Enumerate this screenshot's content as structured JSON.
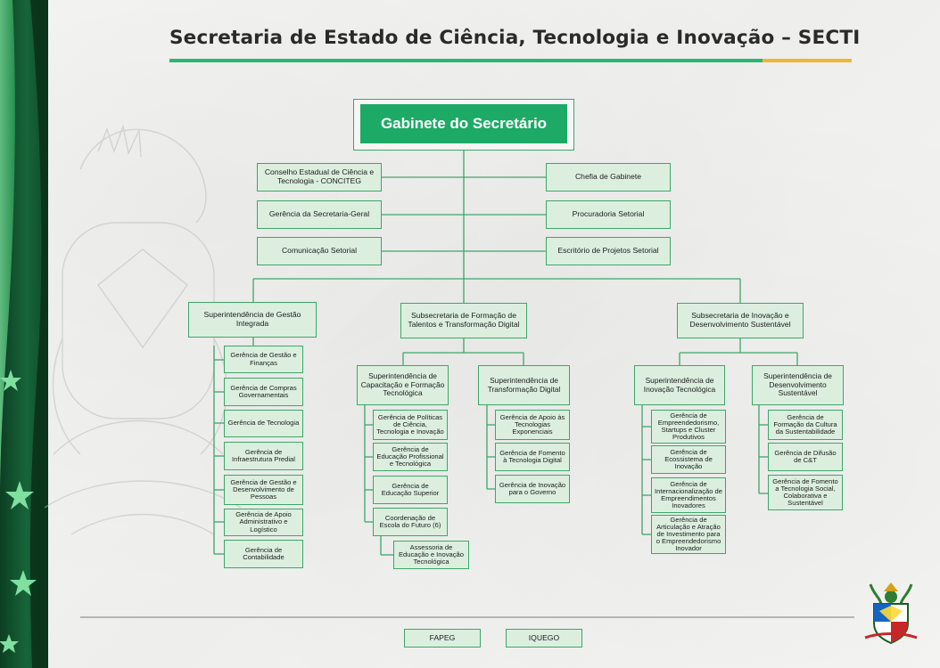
{
  "title": "Secretaria de Estado de Ciência, Tecnologia e Inovação – SECTI",
  "accent_colors": {
    "green": "#2bb673",
    "gold": "#f2b632",
    "box_fill": "#dcefdf",
    "box_border": "#3da66a",
    "gabinete_fill": "#1daa66",
    "dark_green": "#0e4d2b"
  },
  "gabinete": "Gabinete do Secretário",
  "staff_left": [
    "Conselho Estadual de Ciência e Tecnologia - CONCITEG",
    "Gerência da Secretaria-Geral",
    "Comunicação Setorial"
  ],
  "staff_right": [
    "Chefia de Gabinete",
    "Procuradoria Setorial",
    "Escritório de Projetos Setorial"
  ],
  "branches": {
    "gestao": {
      "title": "Superintendência de Gestão Integrada",
      "items": [
        "Gerência de Gestão e Finanças",
        "Gerência de Compras Governamentais",
        "Gerência de Tecnologia",
        "Gerência de Infraestrutura Predial",
        "Gerência de Gestão e Desenvolvimento de Pessoas",
        "Gerência de Apoio Administrativo e Logístico",
        "Gerência de Contabilidade"
      ]
    },
    "talentos": {
      "title": "Subsecretaria de Formação de Talentos e Transformação Digital",
      "capacitacao": {
        "title": "Superintendência de Capacitação e Formação Tecnológica",
        "items": [
          "Gerência de Políticas de Ciência, Tecnologia e Inovação",
          "Gerência de Educação Profissional e Tecnológica",
          "Gerência de Educação Superior",
          "Coordenação de Escola do Futuro (6)"
        ],
        "assessoria": "Assessoria de Educação e Inovação Tecnológica"
      },
      "transformacao": {
        "title": "Superintendência de Transformação Digital",
        "items": [
          "Gerência de Apoio às Tecnologias Exponenciais",
          "Gerência de Fomento à Tecnologia Digital",
          "Gerência de Inovação para o Governo"
        ]
      }
    },
    "inovacao": {
      "title": "Subsecretaria de Inovação e Desenvolvimento Sustentável",
      "tecnologica": {
        "title": "Superintendência de Inovação Tecnológica",
        "items": [
          "Gerência de Empreendedorismo, Startups e Cluster Produtivos",
          "Gerência de Ecossistema de Inovação",
          "Gerência de Internacionalização de Empreendimentos Inovadores",
          "Gerência de Articulação e Atração de Investimento para o Empreendedorismo Inovador"
        ]
      },
      "desenvolvimento": {
        "title": "Superintendência de Desenvolvimento Sustentável",
        "items": [
          "Gerência de Formação da Cultura da Sustentabilidade",
          "Gerência de Difusão de C&T",
          "Gerência de Fomento a Tecnologia Social, Colaborativa e Sustentável"
        ]
      }
    }
  },
  "linked": [
    "FAPEG",
    "IQUEGO"
  ]
}
